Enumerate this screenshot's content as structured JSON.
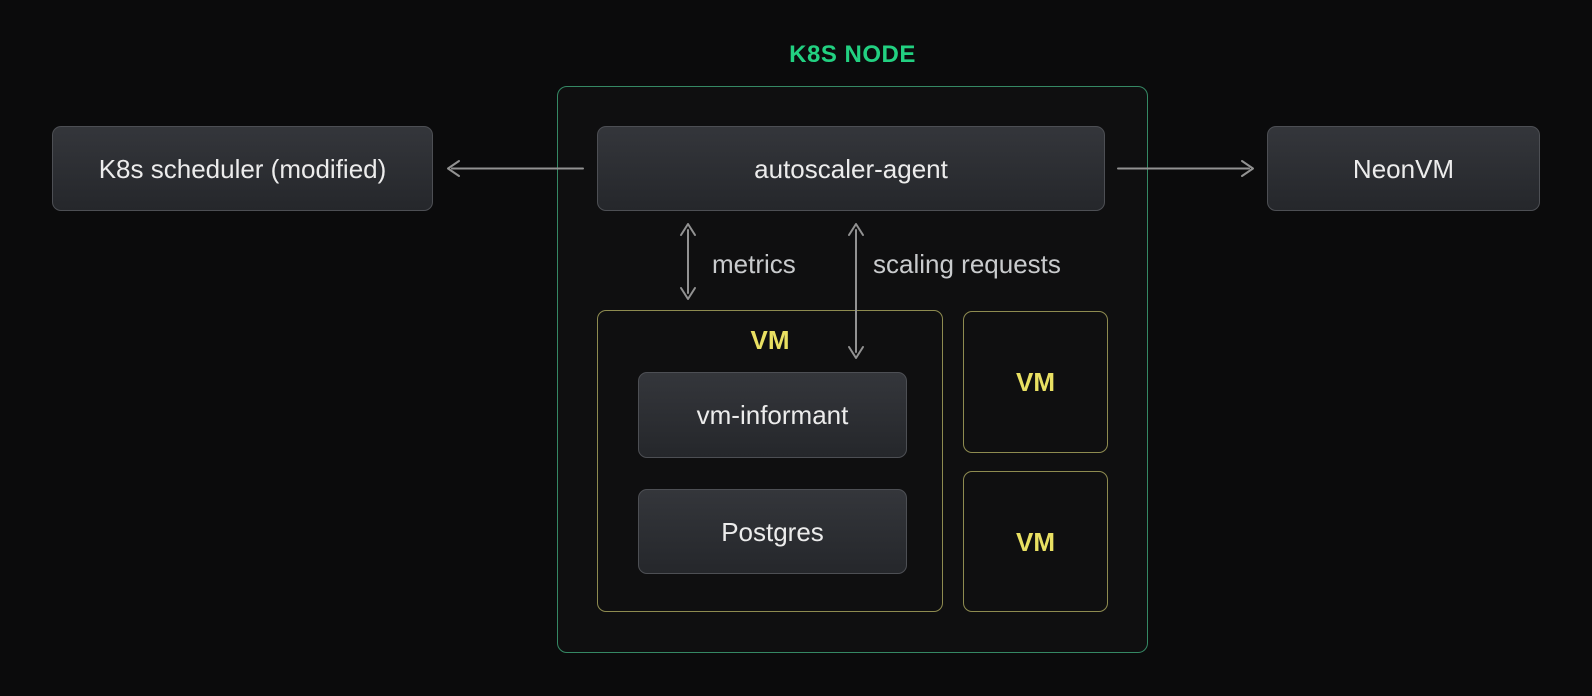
{
  "cluster": {
    "title": "K8S NODE"
  },
  "nodes": {
    "scheduler": {
      "label": "K8s scheduler (modified)"
    },
    "autoscaler": {
      "label": "autoscaler-agent"
    },
    "neonvm": {
      "label": "NeonVM"
    },
    "vm_informant": {
      "label": "vm-informant"
    },
    "postgres": {
      "label": "Postgres"
    }
  },
  "vm_groups": {
    "main": {
      "label": "VM"
    },
    "right_top": {
      "label": "VM"
    },
    "right_bottom": {
      "label": "VM"
    }
  },
  "edge_labels": {
    "metrics": "metrics",
    "scaling": "scaling requests"
  },
  "colors": {
    "background": "#0b0b0c",
    "cluster_border": "#358864",
    "cluster_title": "#22d081",
    "vm_border": "#8e8b50",
    "vm_label_text": "#e9e062",
    "node_border": "#4d4f54",
    "node_fill_top": "#34363b",
    "node_fill_bottom": "#25272b",
    "node_text": "#ececec",
    "arrow": "#929292",
    "edge_label_text": "#c9cbcd"
  }
}
